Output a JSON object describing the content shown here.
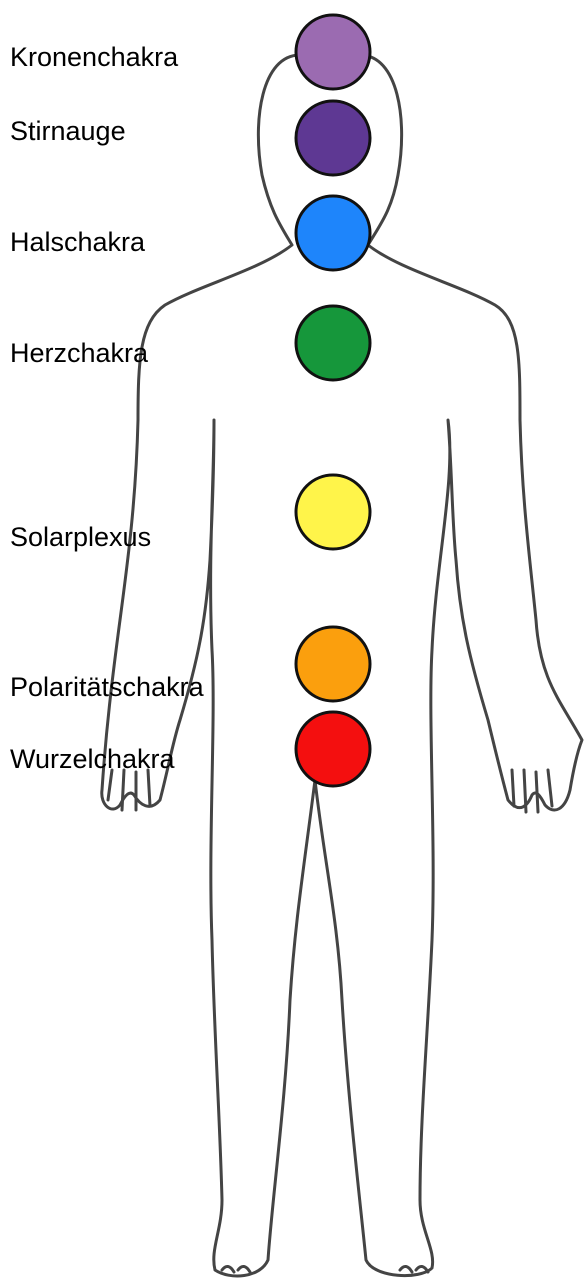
{
  "chakras": [
    {
      "name": "Kronenchakra",
      "color": "#9b6bb1"
    },
    {
      "name": "Stirnauge",
      "color": "#5e3893"
    },
    {
      "name": "Halschakra",
      "color": "#1e85fb"
    },
    {
      "name": "Herzchakra",
      "color": "#16973b"
    },
    {
      "name": "Solarplexus",
      "color": "#fff44a"
    },
    {
      "name": "Polaritätschakra",
      "color": "#fb9f0d"
    },
    {
      "name": "Wurzelchakra",
      "color": "#f40f0f"
    }
  ]
}
